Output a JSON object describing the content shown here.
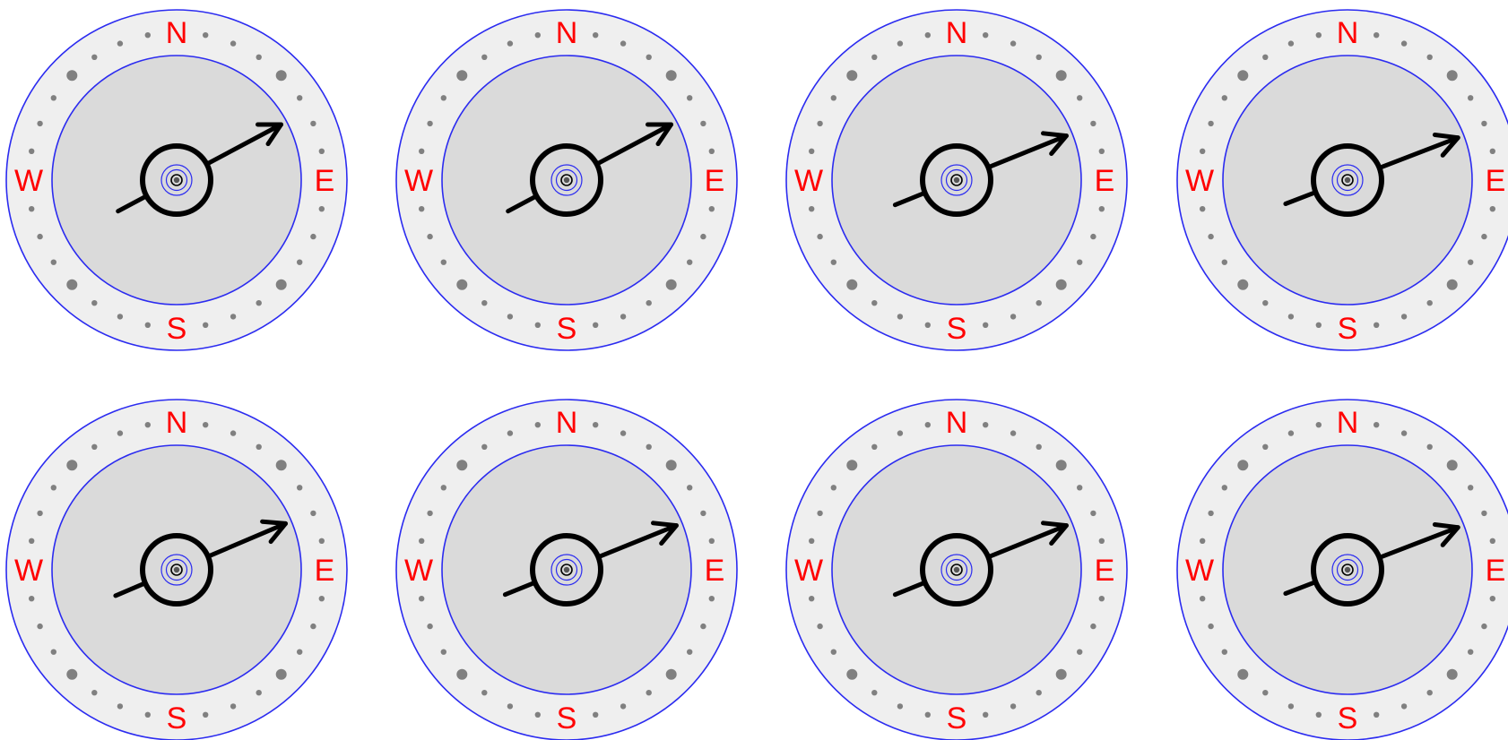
{
  "colors": {
    "ring_stroke": "#2b2bf0",
    "bezel_fill": "#efefef",
    "dial_fill": "#dadada",
    "tick_dot": "#808080",
    "needle": "#000000",
    "cardinal_text": "#ff0000",
    "background": "#ffffff"
  },
  "compasses": [
    {
      "labels": {
        "north": "N",
        "east": "E",
        "south": "S",
        "west": "W"
      },
      "needle_bearing_deg": 62
    },
    {
      "labels": {
        "north": "N",
        "east": "E",
        "south": "S",
        "west": "W"
      },
      "needle_bearing_deg": 62
    },
    {
      "labels": {
        "north": "N",
        "east": "E",
        "south": "S",
        "west": "W"
      },
      "needle_bearing_deg": 68
    },
    {
      "labels": {
        "north": "N",
        "east": "E",
        "south": "S",
        "west": "W"
      },
      "needle_bearing_deg": 69
    },
    {
      "labels": {
        "north": "N",
        "east": "E",
        "south": "S",
        "west": "W"
      },
      "needle_bearing_deg": 67
    },
    {
      "labels": {
        "north": "N",
        "east": "E",
        "south": "S",
        "west": "W"
      },
      "needle_bearing_deg": 68
    },
    {
      "labels": {
        "north": "N",
        "east": "E",
        "south": "S",
        "west": "W"
      },
      "needle_bearing_deg": 68
    },
    {
      "labels": {
        "north": "N",
        "east": "E",
        "south": "S",
        "west": "W"
      },
      "needle_bearing_deg": 69
    }
  ]
}
